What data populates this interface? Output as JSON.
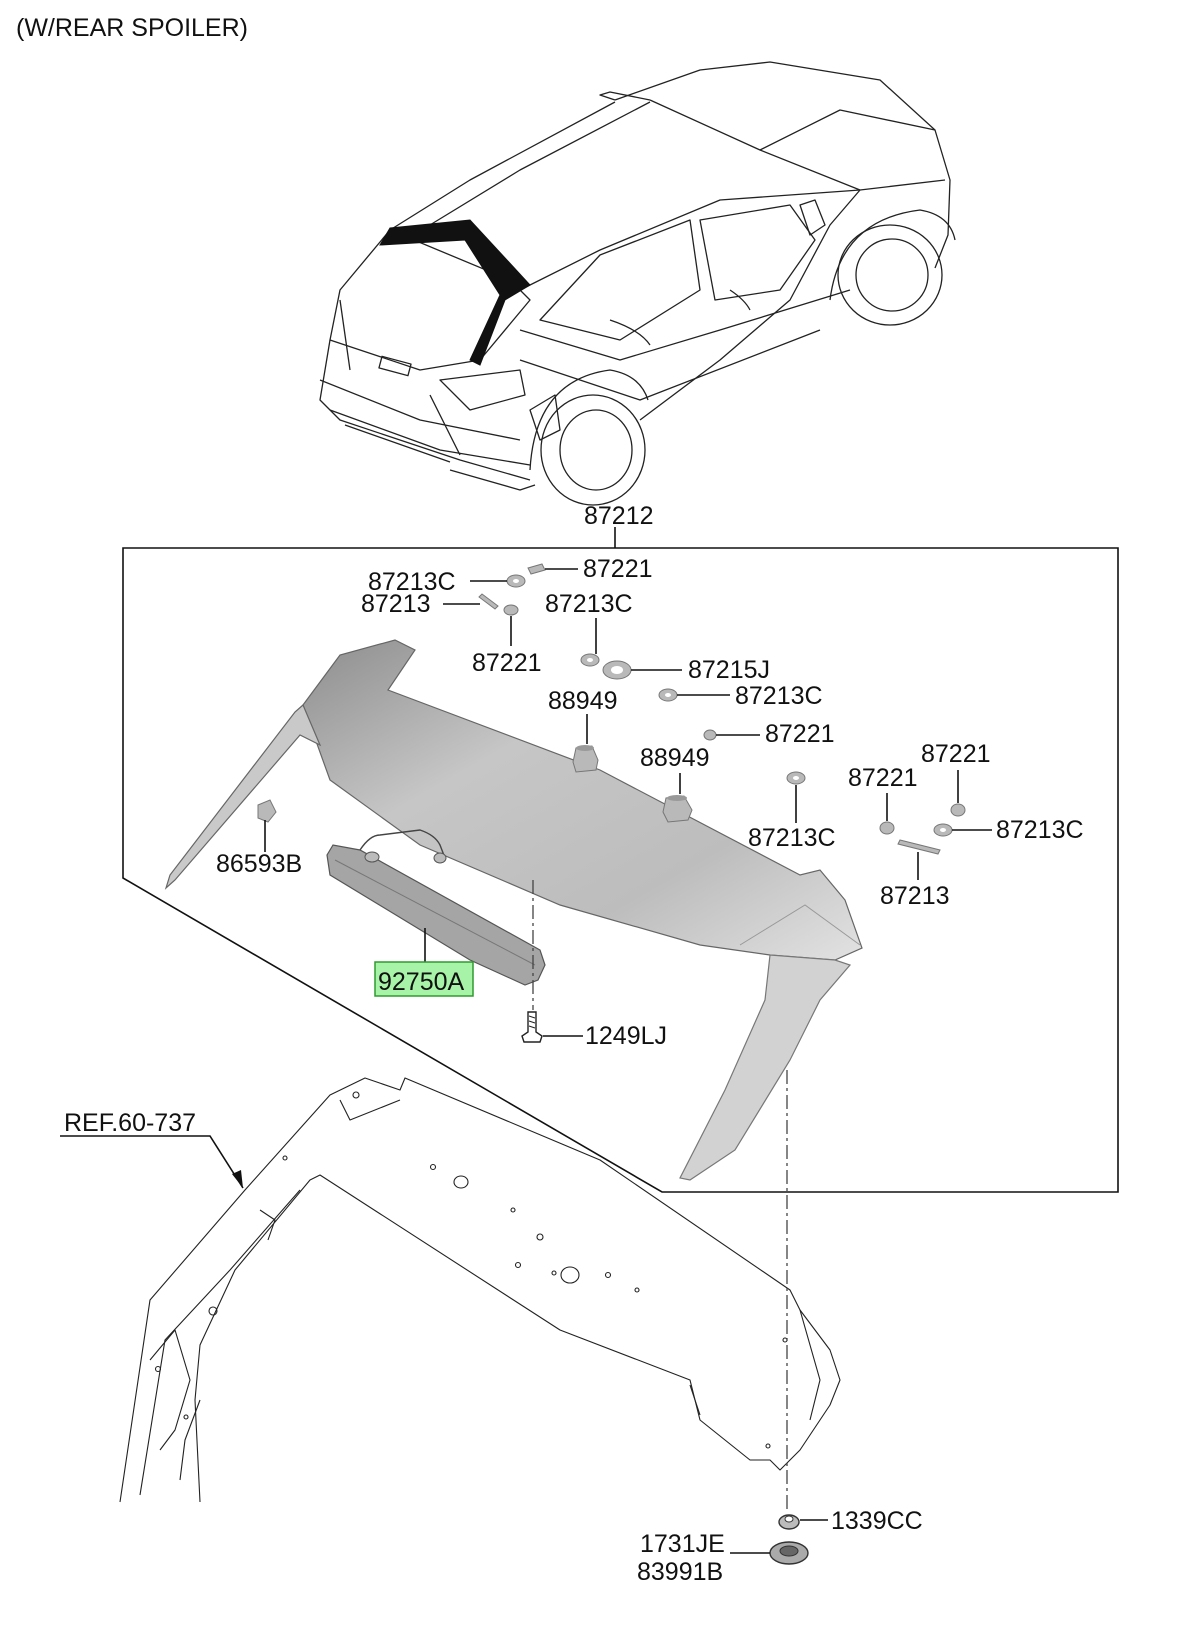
{
  "title": "(W/REAR SPOILER)",
  "reference": "REF.60-737",
  "parts": {
    "assembly": "87212",
    "washer_top": "87213C",
    "screw_top": "87221",
    "seal_top": "87213",
    "screw_top_lower": "87221",
    "washer_center": "87213C",
    "washer_large": "87215J",
    "washer_mid": "87213C",
    "bumper_left": "88949",
    "screw_mid": "87221",
    "bumper_right": "88949",
    "screw_right_a": "87221",
    "screw_right_b": "87221",
    "washer_lower": "87213C",
    "washer_right": "87213C",
    "seal_right": "87213",
    "clip": "86593B",
    "stop_lamp": "92750A",
    "bolt": "1249LJ",
    "nut": "1339CC",
    "grommet_a": "1731JE",
    "grommet_b": "83991B"
  },
  "highlight_color": "#a7f3a7"
}
